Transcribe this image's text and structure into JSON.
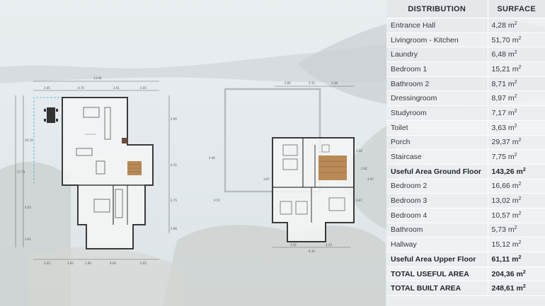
{
  "table": {
    "header": {
      "distribution": "DISTRIBUTION",
      "surface": "SURFACE"
    },
    "unit": "m",
    "unit_exp": "2",
    "rows": [
      {
        "name": "Entrance Hall",
        "value": "4,28",
        "bold": false
      },
      {
        "name": "Livingroom - Kitchen",
        "value": "51,70",
        "bold": false
      },
      {
        "name": "Laundry",
        "value": "6,48",
        "bold": false
      },
      {
        "name": "Bedroom 1",
        "value": "15,21",
        "bold": false
      },
      {
        "name": "Bathroom 2",
        "value": "8,71",
        "bold": false
      },
      {
        "name": "Dressingroom",
        "value": "8,97",
        "bold": false
      },
      {
        "name": "Studyroom",
        "value": "7,17",
        "bold": false
      },
      {
        "name": "Toilet",
        "value": "3,63",
        "bold": false
      },
      {
        "name": "Porch",
        "value": "29,37",
        "bold": false
      },
      {
        "name": "Staircase",
        "value": "7,75",
        "bold": false
      },
      {
        "name": "Useful Area Ground Floor",
        "value": "143,26",
        "bold": true
      },
      {
        "name": "Bedroom 2",
        "value": "16,66",
        "bold": false
      },
      {
        "name": "Bedroom 3",
        "value": "13,02",
        "bold": false
      },
      {
        "name": "Bedroom 4",
        "value": "10,57",
        "bold": false
      },
      {
        "name": "Bathroom",
        "value": "5,73",
        "bold": false
      },
      {
        "name": "Hallway",
        "value": "15,12",
        "bold": false
      },
      {
        "name": "Useful Area Upper Floor",
        "value": "61,11",
        "bold": true
      },
      {
        "name": "TOTAL USEFUL AREA",
        "value": "204,36",
        "bold": true
      },
      {
        "name": "TOTAL BUILT AREA",
        "value": "248,61",
        "bold": true
      }
    ]
  },
  "ground_plan": {
    "dims_top": [
      "13.60",
      "2.05",
      "4.75",
      "2.61",
      "2.05"
    ],
    "dims_bottom": [
      "2.05",
      "3.92",
      "1.90",
      "4.00",
      "2.05"
    ],
    "dims_right": [
      "2.95",
      "4.31",
      "2.75",
      "3.66"
    ],
    "dims_left": [
      "10.74",
      "4.05",
      "3.01",
      "17.71"
    ]
  },
  "upper_plan": {
    "dims_top": [
      "2.85",
      "2.11",
      "3.38"
    ],
    "dims_bottom": [
      "3.92",
      "4.43",
      "8.30"
    ],
    "dims_side": [
      "4.46",
      "4.51",
      "3.87",
      "3.56",
      "2.82",
      "4.97",
      "4.97"
    ]
  }
}
